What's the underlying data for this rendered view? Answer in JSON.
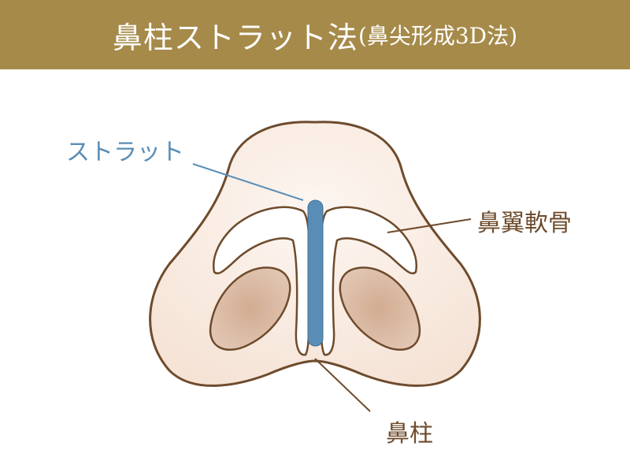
{
  "header": {
    "title": "鼻柱ストラット法",
    "subtitle": "(鼻尖形成3D法)",
    "background_color": "#a68a4a"
  },
  "labels": {
    "strut": "ストラット",
    "alar_cartilage": "鼻翼軟骨",
    "columella": "鼻柱"
  },
  "colors": {
    "strut": "#5a8db5",
    "outline": "#6e4b2c",
    "skin": "#f9ece3",
    "nostril": "#d7b49c"
  }
}
